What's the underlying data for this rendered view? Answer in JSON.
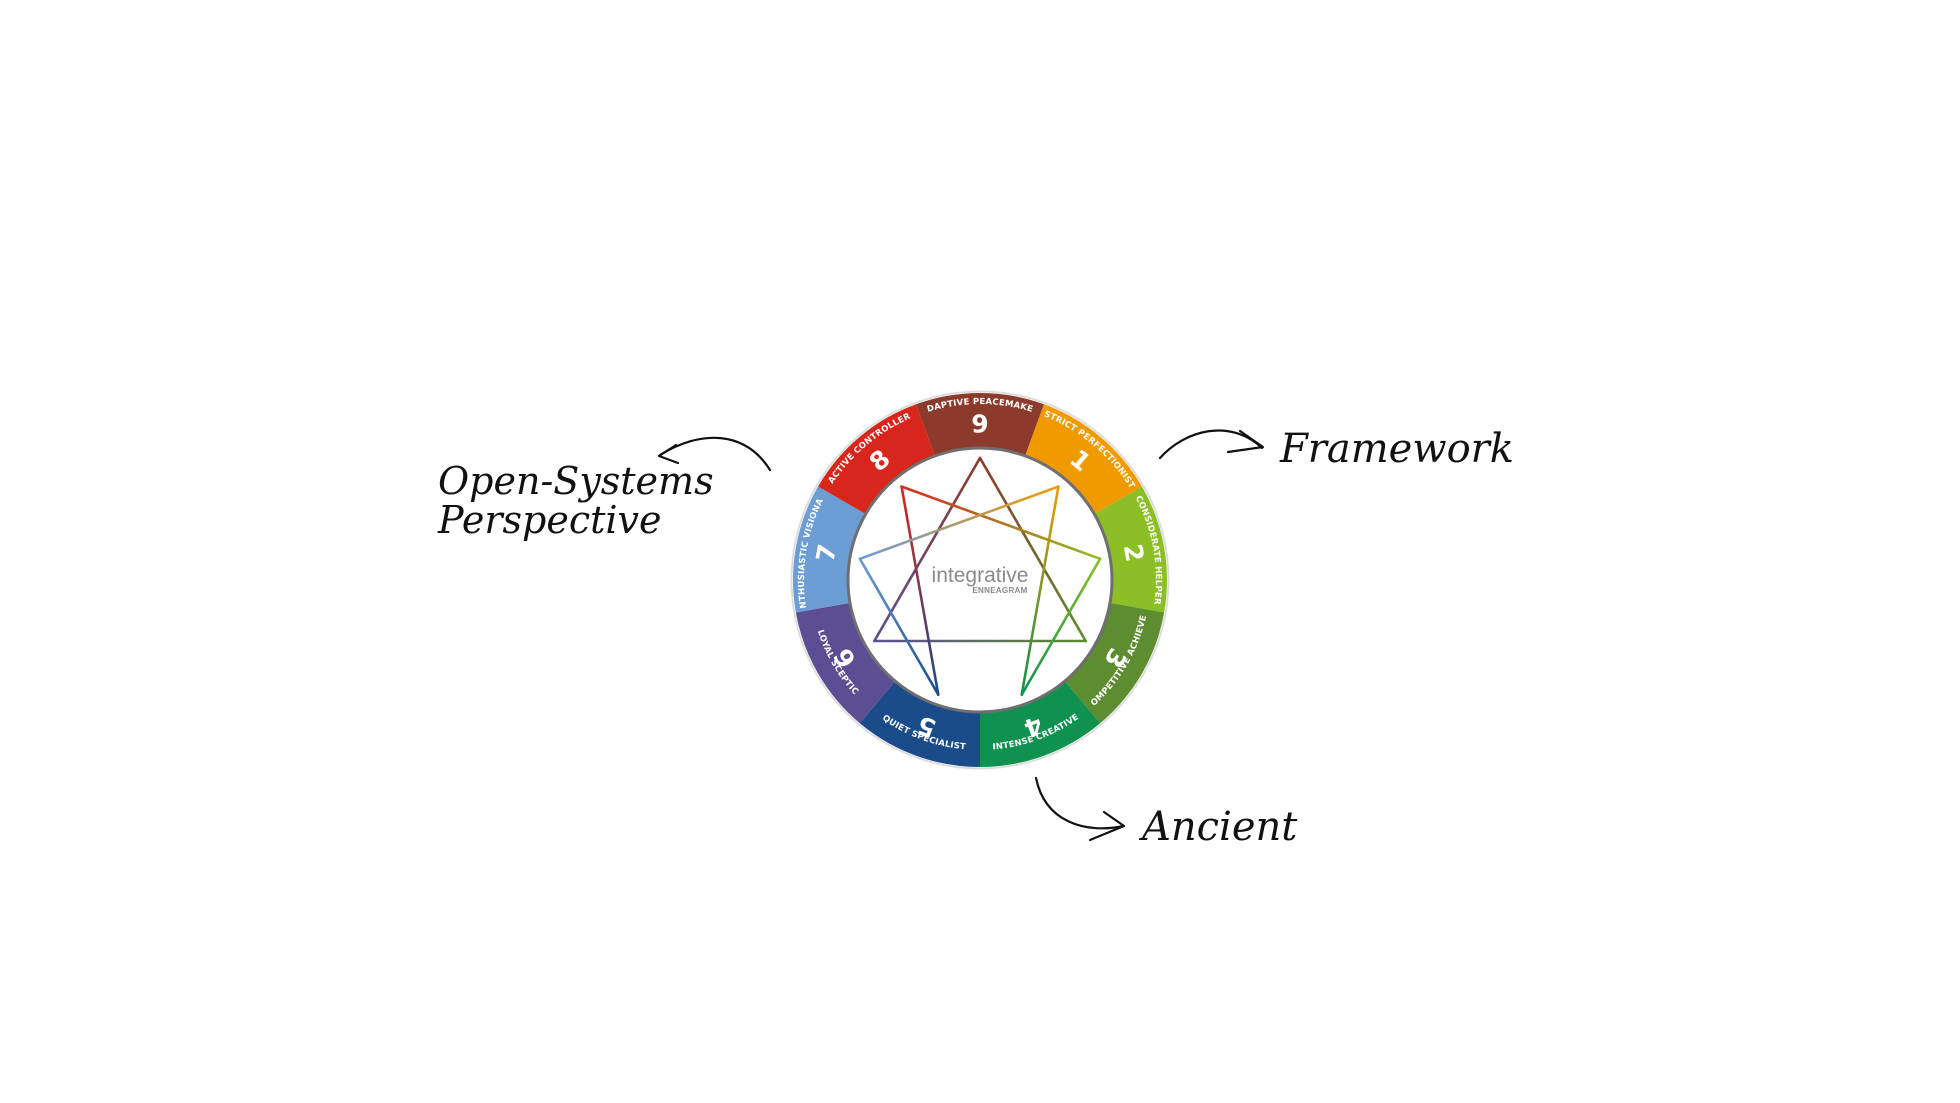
{
  "annotations": {
    "left_line1": "Open-Systems",
    "left_line2": "Perspective",
    "right": "Framework",
    "bottom": "Ancient"
  },
  "logo": {
    "main": "integrative",
    "sub": "ENNEAGRAM"
  },
  "types": [
    {
      "number": "9",
      "label": "ADAPTIVE PEACEMAKER",
      "color": "#8b3a2b"
    },
    {
      "number": "1",
      "label": "STRICT PERFECTIONIST",
      "color": "#f09a00"
    },
    {
      "number": "2",
      "label": "CONSIDERATE HELPER",
      "color": "#8cbf26"
    },
    {
      "number": "3",
      "label": "COMPETITIVE ACHIEVER",
      "color": "#5e8c31"
    },
    {
      "number": "4",
      "label": "INTENSE CREATIVE",
      "color": "#0f9150"
    },
    {
      "number": "5",
      "label": "QUIET SPECIALIST",
      "color": "#1a4c8a"
    },
    {
      "number": "6",
      "label": "LOYAL SCEPTIC",
      "color": "#5d4e94"
    },
    {
      "number": "7",
      "label": "ENTHUSIASTIC VISIONARY",
      "color": "#6c9dd4"
    },
    {
      "number": "8",
      "label": "ACTIVE CONTROLLER",
      "color": "#d9261c"
    }
  ],
  "colors": {
    "ring_border": "#6f6f6f",
    "inner_fill": "#ffffff"
  }
}
